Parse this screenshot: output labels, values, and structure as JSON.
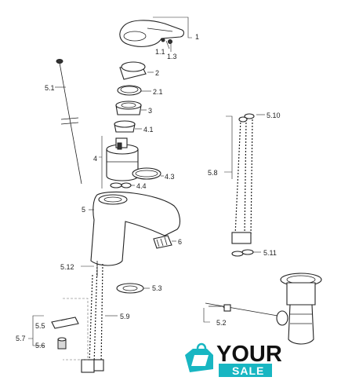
{
  "labels": {
    "l1": "1",
    "l1_1": "1.1",
    "l1_3": "1.3",
    "l2": "2",
    "l2_1": "2.1",
    "l3": "3",
    "l4_1": "4.1",
    "l4": "4",
    "l4_3": "4.3",
    "l4_4": "4.4",
    "l5": "5",
    "l5_1": "5.1",
    "l5_2": "5.2",
    "l5_3": "5.3",
    "l5_5": "5.5",
    "l5_6": "5.6",
    "l5_7": "5.7",
    "l5_8": "5.8",
    "l5_9": "5.9",
    "l5_10": "5.10",
    "l5_11": "5.11",
    "l5_12": "5.12",
    "l6": "6"
  },
  "watermark": {
    "line1": "YOUR",
    "line2": "SALE",
    "accent": "#18b6c2",
    "text_color": "#111111"
  },
  "colors": {
    "line": "#222222",
    "background": "#ffffff"
  }
}
